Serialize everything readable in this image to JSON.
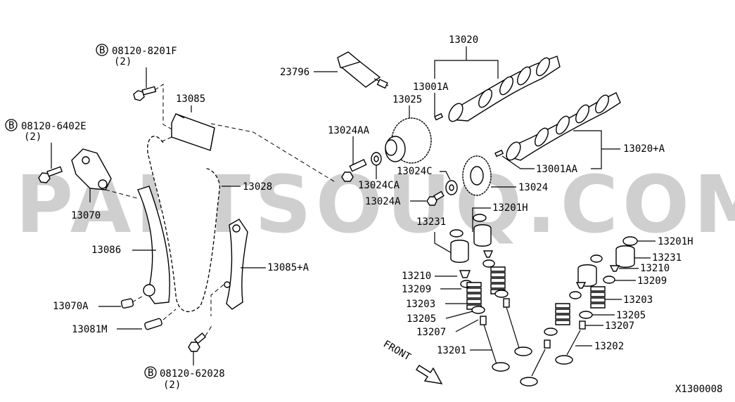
{
  "watermark": "PARTSOUQ.COM",
  "labels": {
    "bolt_08120_8201F": "08120-8201F",
    "qty_8201F": "(2)",
    "bolt_08120_6402E": "08120-6402E",
    "qty_6402E": "(2)",
    "bolt_08120_62028": "08120-62028",
    "qty_62028": "(2)",
    "circle_b": "B",
    "p13085": "13085",
    "p13028": "13028",
    "p13070": "13070",
    "p13086": "13086",
    "p13085A": "13085+A",
    "p13070A": "13070A",
    "p13081M": "13081M",
    "p23796": "23796",
    "p13020": "13020",
    "p13001A": "13001A",
    "p13025": "13025",
    "p13024AA": "13024AA",
    "p13024CA": "13024CA",
    "p13024C": "13024C",
    "p13024": "13024",
    "p13024A": "13024A",
    "p13020A": "13020+A",
    "p13001AA": "13001AA",
    "p13201H_left": "13201H",
    "p13231_left": "13231",
    "p13210_left": "13210",
    "p13209_left": "13209",
    "p13203_left": "13203",
    "p13205_left": "13205",
    "p13207_left": "13207",
    "p13201": "13201",
    "p13201H_right": "13201H",
    "p13231_right": "13231",
    "p13210_right": "13210",
    "p13209_right": "13209",
    "p13203_right": "13203",
    "p13205_right": "13205",
    "p13207_right": "13207",
    "p13202": "13202",
    "front": "FRONT",
    "diagram_code": "X1300008"
  },
  "colors": {
    "ink": "#000000",
    "paper": "#ffffff",
    "watermark": "#cfcfcf"
  }
}
